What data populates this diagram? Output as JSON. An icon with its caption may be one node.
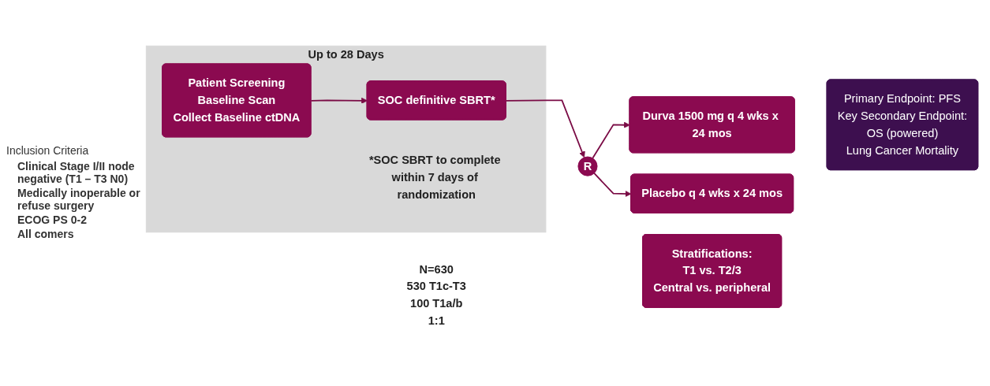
{
  "diagram": {
    "nodes": [
      {
        "text": [
          "Up to 28 Days",
          "*SOC SBRT to complete within 7 days of randomization"
        ]
      },
      {
        "text": [
          "Patient Screening",
          "Baseline Scan",
          "Collect Baseline ctDNA"
        ],
        "in": 0
      },
      {
        "text": [
          "SOC definitive SBRT*"
        ],
        "in": 0
      },
      {
        "text": [
          "R"
        ],
        "beside": [
          "N=630",
          "530 T1c-T3",
          "100 T1a/b",
          "1:1"
        ]
      },
      {
        "text": [
          "Durva 1500 mg q 4 wks x 24 mos"
        ]
      },
      {
        "text": [
          "Placebo q 4 wks x 24 mos"
        ]
      },
      {
        "text": [
          "Stratifications:",
          "T1 vs. T2/3",
          "Central vs. peripheral"
        ]
      },
      {
        "text": [
          "Primary Endpoint: PFS",
          "Key Secondary Endpoint:",
          "OS (powered)",
          "Lung Cancer Mortality"
        ]
      }
    ],
    "edges": [
      {
        "from": 1,
        "to": 2,
        "arrow": "to"
      },
      {
        "from": 2,
        "to": 3,
        "arrow": "to"
      },
      {
        "from": 3,
        "to": 4,
        "arrow": "to"
      },
      {
        "from": 3,
        "to": 5,
        "arrow": "to"
      }
    ],
    "labels": [
      "Inclusion Criteria",
      "Clinical Stage I/II node negative (T1 – T3 N0)",
      "Medically inoperable or refuse surgery",
      "ECOG PS 0-2",
      "All comers"
    ]
  }
}
